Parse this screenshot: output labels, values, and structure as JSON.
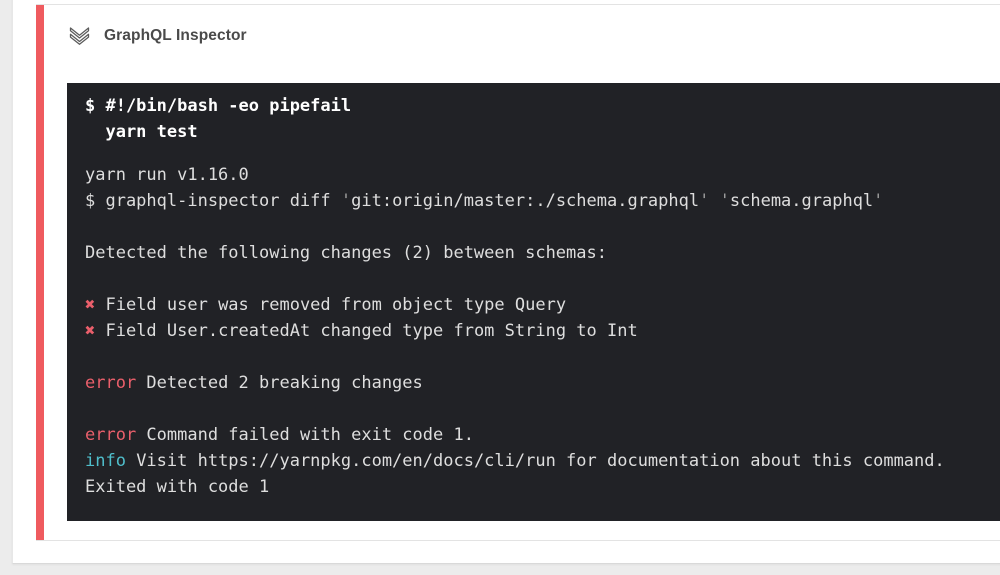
{
  "colors": {
    "page-bg": "#ececec",
    "card-bg": "#ffffff",
    "border": "#e3e3e3",
    "accent": "#ef5b5f",
    "header-text": "#4a4a4a",
    "icon-gray": "#5c5c5c",
    "terminal-bg": "#212226",
    "term-default": "#dedede",
    "term-bright": "#ffffff",
    "term-dim": "#9c9c9c",
    "term-red": "#ea5f6b",
    "term-cyan": "#4fbecb"
  },
  "step": {
    "title": "GraphQL Inspector",
    "icon": "chevron-double-down-icon"
  },
  "terminal": {
    "lines": [
      {
        "bold": true,
        "segments": [
          {
            "t": "$ #!/bin/bash -eo pipefail",
            "c": "bright"
          }
        ]
      },
      {
        "bold": true,
        "segments": [
          {
            "t": "  yarn test",
            "c": "bright"
          }
        ]
      },
      {
        "gap": true
      },
      {
        "segments": [
          {
            "t": "yarn run v1.16.0",
            "c": "default"
          }
        ]
      },
      {
        "segments": [
          {
            "t": "$ graphql-inspector diff ",
            "c": "default"
          },
          {
            "t": "'",
            "c": "dim"
          },
          {
            "t": "git:origin/master:./schema.graphql",
            "c": "default"
          },
          {
            "t": "'",
            "c": "dim"
          },
          {
            "t": " ",
            "c": "default"
          },
          {
            "t": "'",
            "c": "dim"
          },
          {
            "t": "schema.graphql",
            "c": "default"
          },
          {
            "t": "'",
            "c": "dim"
          }
        ]
      },
      {
        "blank": true
      },
      {
        "segments": [
          {
            "t": "Detected the following changes (2) between schemas:",
            "c": "default"
          }
        ]
      },
      {
        "blank": true
      },
      {
        "segments": [
          {
            "t": "✖",
            "c": "red"
          },
          {
            "t": " Field user was removed from object type Query",
            "c": "default"
          }
        ]
      },
      {
        "segments": [
          {
            "t": "✖",
            "c": "red"
          },
          {
            "t": " Field User.createdAt changed type from String to Int",
            "c": "default"
          }
        ]
      },
      {
        "blank": true
      },
      {
        "segments": [
          {
            "t": "error",
            "c": "red"
          },
          {
            "t": " Detected 2 breaking changes",
            "c": "default"
          }
        ]
      },
      {
        "blank": true
      },
      {
        "segments": [
          {
            "t": "error",
            "c": "red"
          },
          {
            "t": " Command failed with exit code 1.",
            "c": "default"
          }
        ]
      },
      {
        "segments": [
          {
            "t": "info",
            "c": "cyan"
          },
          {
            "t": " Visit https://yarnpkg.com/en/docs/cli/run for documentation about this command.",
            "c": "default"
          }
        ]
      },
      {
        "segments": [
          {
            "t": "Exited with code 1",
            "c": "default"
          }
        ]
      }
    ]
  }
}
